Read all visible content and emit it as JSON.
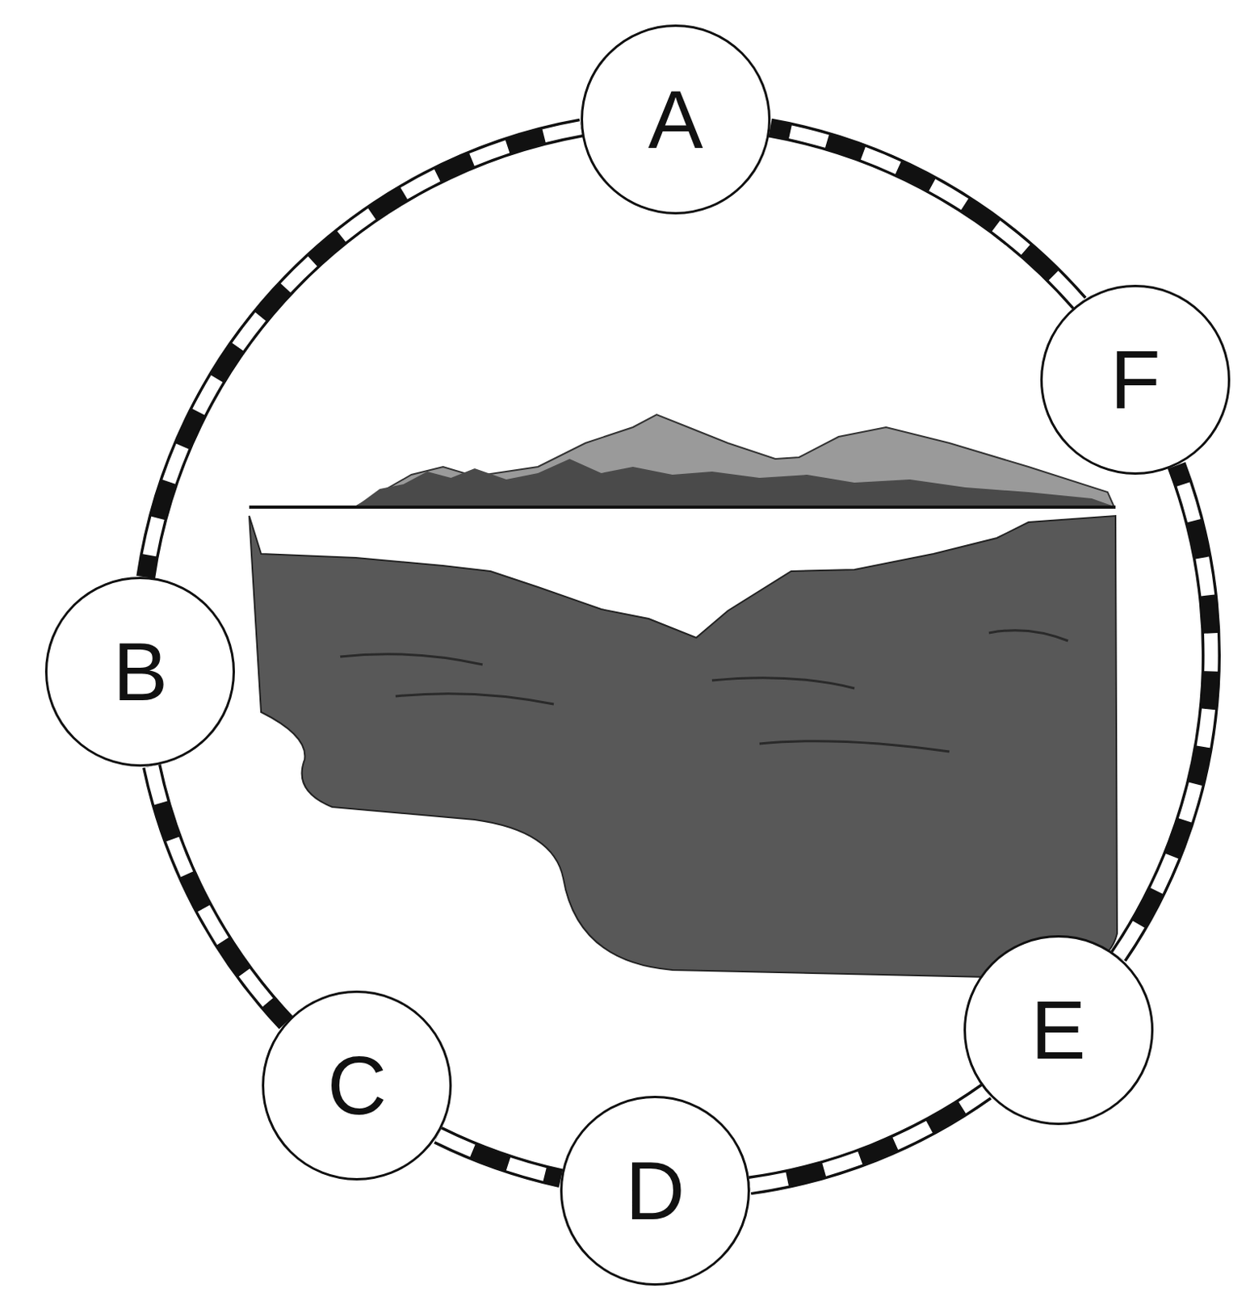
{
  "diagram": {
    "nodes": [
      {
        "text": [
          "A"
        ]
      },
      {
        "text": [
          "B"
        ]
      },
      {
        "text": [
          "C"
        ]
      },
      {
        "text": [
          "D"
        ]
      },
      {
        "text": [
          "E"
        ]
      },
      {
        "text": [
          "F"
        ]
      }
    ],
    "edges": [
      {
        "from": 0,
        "to": 1,
        "arrow": "none"
      },
      {
        "from": 1,
        "to": 2,
        "arrow": "none"
      },
      {
        "from": 2,
        "to": 3,
        "arrow": "none"
      },
      {
        "from": 3,
        "to": 4,
        "arrow": "none"
      },
      {
        "from": 4,
        "to": 5,
        "arrow": "none"
      },
      {
        "from": 5,
        "to": 0,
        "arrow": "none"
      }
    ]
  }
}
